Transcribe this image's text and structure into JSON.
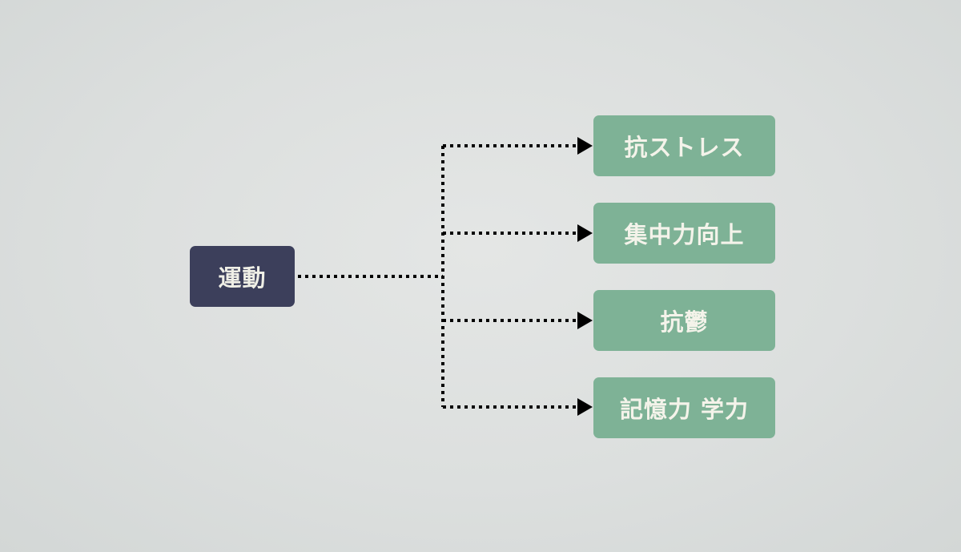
{
  "diagram": {
    "root": {
      "label": "運動"
    },
    "children": [
      {
        "label": "抗ストレス"
      },
      {
        "label": "集中力向上"
      },
      {
        "label": "抗鬱"
      },
      {
        "label": "記憶力 学力"
      }
    ]
  },
  "colors": {
    "background": "#dcdfde",
    "root_fill": "#3c3f5b",
    "root_text": "#efefe6",
    "child_fill": "#7eb296",
    "child_text": "#f4f3ea",
    "connector": "#000000"
  }
}
